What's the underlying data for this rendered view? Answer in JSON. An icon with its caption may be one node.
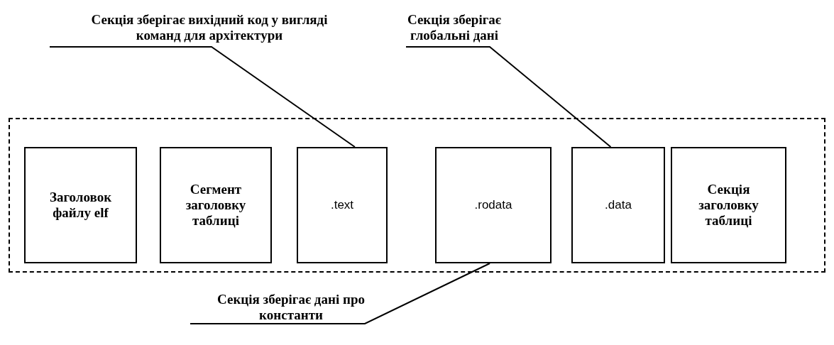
{
  "diagram": {
    "nodes": [
      {
        "text": [],
        "shape": "box"
      },
      {
        "text": [
          "Заголовок файлу elf"
        ],
        "in": 0
      },
      {
        "text": [
          "Сегмент заголовку таблиці"
        ],
        "in": 0
      },
      {
        "text": [
          ".text"
        ],
        "in": 0
      },
      {
        "text": [
          ".rodata"
        ],
        "in": 0
      },
      {
        "text": [
          ".data"
        ],
        "in": 0
      },
      {
        "text": [
          "Секція заголовку таблиці"
        ],
        "in": 0
      },
      {
        "text": [
          "Секція зберігає вихідний код у вигляді команд для архітектури"
        ]
      },
      {
        "text": [
          "Секція зберігає глобальні дані"
        ]
      },
      {
        "text": [
          "Секція зберігає дані про константи"
        ]
      }
    ],
    "edges": [
      {
        "from": 7,
        "to": 3,
        "arrow": "none"
      },
      {
        "from": 8,
        "to": 5,
        "arrow": "none"
      },
      {
        "from": 9,
        "to": 4,
        "arrow": "none"
      }
    ]
  }
}
